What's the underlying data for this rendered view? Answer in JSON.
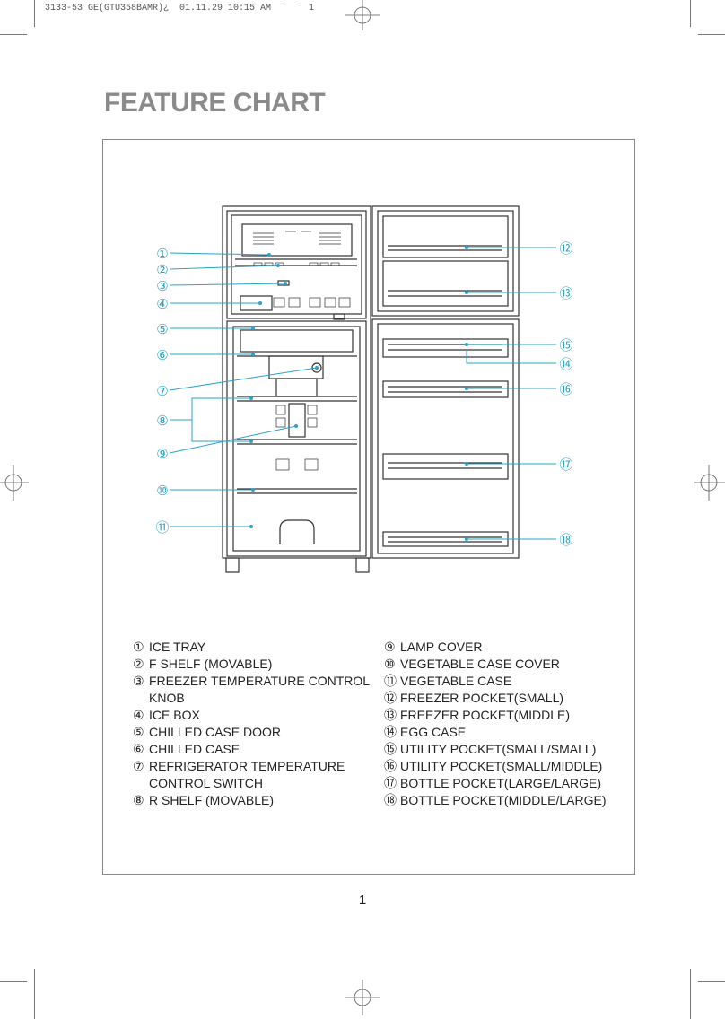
{
  "header": {
    "meta": "3133-53 GE(GTU358BAMR)¿  01.11.29 10:15 AM  ˘  ` 1"
  },
  "title": "FEATURE CHART",
  "callouts": [
    "①",
    "②",
    "③",
    "④",
    "⑤",
    "⑥",
    "⑦",
    "⑧",
    "⑨",
    "⑩",
    "⑪",
    "⑫",
    "⑬",
    "⑭",
    "⑮",
    "⑯",
    "⑰",
    "⑱"
  ],
  "legend": {
    "left": [
      {
        "num": "①",
        "text": "ICE TRAY"
      },
      {
        "num": "②",
        "text": "F SHELF (MOVABLE)"
      },
      {
        "num": "③",
        "text": "FREEZER TEMPERATURE CONTROL KNOB"
      },
      {
        "num": "④",
        "text": "ICE BOX"
      },
      {
        "num": "⑤",
        "text": "CHILLED CASE DOOR"
      },
      {
        "num": "⑥",
        "text": "CHILLED CASE"
      },
      {
        "num": "⑦",
        "text": "REFRIGERATOR TEMPERATURE CONTROL SWITCH"
      },
      {
        "num": "⑧",
        "text": "R SHELF (MOVABLE)"
      }
    ],
    "right": [
      {
        "num": "⑨",
        "text": "LAMP COVER"
      },
      {
        "num": "⑩",
        "text": "VEGETABLE CASE COVER"
      },
      {
        "num": "⑪",
        "text": "VEGETABLE CASE"
      },
      {
        "num": "⑫",
        "text": "FREEZER POCKET(SMALL)"
      },
      {
        "num": "⑬",
        "text": "FREEZER POCKET(MIDDLE)"
      },
      {
        "num": "⑭",
        "text": "EGG CASE"
      },
      {
        "num": "⑮",
        "text": "UTILITY POCKET(SMALL/SMALL)"
      },
      {
        "num": "⑯",
        "text": "UTILITY POCKET(SMALL/MIDDLE)"
      },
      {
        "num": "⑰",
        "text": "BOTTLE POCKET(LARGE/LARGE)"
      },
      {
        "num": "⑱",
        "text": "BOTTLE POCKET(MIDDLE/LARGE)"
      }
    ]
  },
  "page_number": "1",
  "colors": {
    "title": "#8a8a8a",
    "callout": "#2aa3c9",
    "line": "#333333"
  }
}
